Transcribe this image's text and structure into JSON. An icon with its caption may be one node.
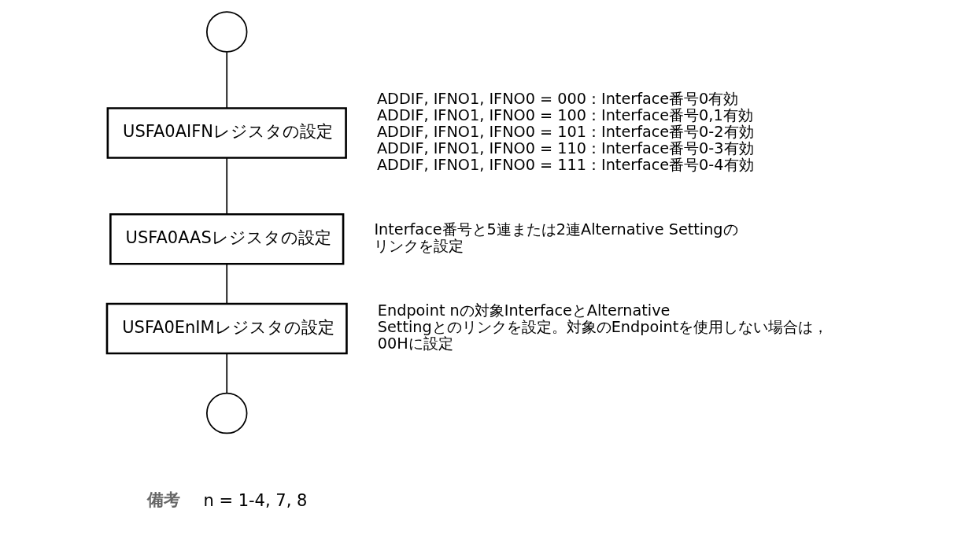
{
  "diagram": {
    "nodes": [
      {
        "text": [],
        "shape": "circle"
      },
      {
        "text": [
          "USFA0AIFNレジスタの設定"
        ],
        "beside": [
          "ADDIF, IFNO1, IFNO0 = 000：Interface番号0有効",
          "ADDIF, IFNO1, IFNO0 = 100：Interface番号0,1有効",
          "ADDIF, IFNO1, IFNO0 = 101：Interface番号0-2有効",
          "ADDIF, IFNO1, IFNO0 = 110：Interface番号0-3有効",
          "ADDIF, IFNO1, IFNO0 = 111：Interface番号0-4有効"
        ]
      },
      {
        "text": [
          "USFA0AASレジスタの設定"
        ],
        "beside": [
          "Interface番号と5連または2連Alternative Settingのリンクを設定"
        ]
      },
      {
        "text": [
          "USFA0EnIMレジスタの設定"
        ],
        "beside": [
          "Endpoint nの対象InterfaceとAlternative Settingとのリンクを設定。対象のEndpointを使用しない場合は，00Hに設定"
        ]
      },
      {
        "text": [],
        "shape": "circle"
      }
    ],
    "edges": [
      {
        "from": 0,
        "to": 1,
        "arrow": "none"
      },
      {
        "from": 1,
        "to": 2,
        "arrow": "none"
      },
      {
        "from": 2,
        "to": 3,
        "arrow": "none"
      },
      {
        "from": 3,
        "to": 4,
        "arrow": "none"
      }
    ],
    "labels": [
      "備考",
      "n = 1-4, 7, 8"
    ]
  }
}
